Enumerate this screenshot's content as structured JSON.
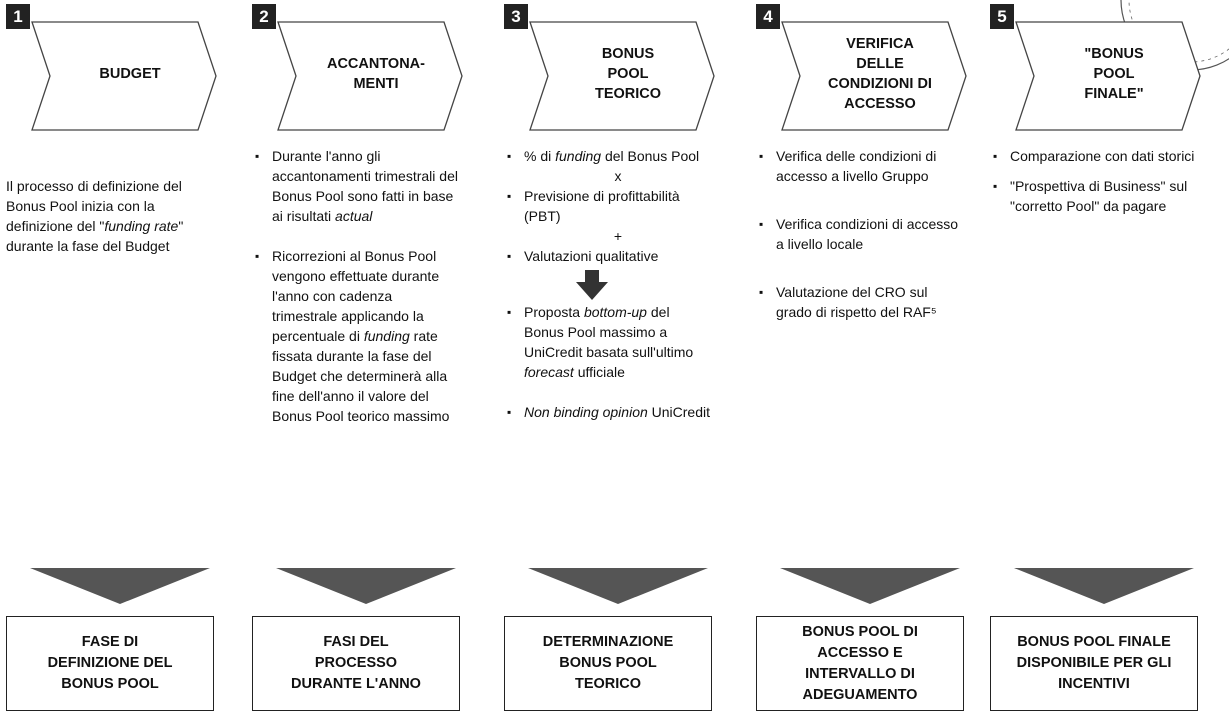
{
  "steps": [
    {
      "number": "1",
      "title": "BUDGET",
      "intro": {
        "a": "Il processo di definizione del Bonus Pool inizia con la definizione del \"",
        "italic": "funding rate",
        "b": "\" durante la fase del Budget"
      },
      "box": "FASE DI\nDEFINIZIONE DEL\nBONUS POOL"
    },
    {
      "number": "2",
      "title": "ACCANTONA-\nMENTI",
      "bullets": [
        {
          "a": "Durante l'anno gli accantonamenti trimestrali del Bonus Pool sono fatti in base ai risultati ",
          "i": "actual",
          "b": ""
        },
        {
          "a": "Ricorrezioni al Bonus Pool vengono effettuate durante l'anno con cadenza trimestrale applicando la percentuale di ",
          "i": "funding",
          "b": " rate fissata durante la fase del Budget che determinerà alla fine dell'anno il valore del Bonus Pool teorico massimo"
        }
      ],
      "box": "FASI DEL\nPROCESSO\nDURANTE L'ANNO"
    },
    {
      "number": "3",
      "title": "BONUS\nPOOL\nTEORICO",
      "b1": {
        "a": "% di ",
        "i": "funding",
        "b": " del Bonus Pool"
      },
      "op_x": "x",
      "b2": "Previsione di profittabilità (PBT)",
      "op_plus": "+",
      "b3": "Valutazioni qualitative",
      "b4": {
        "a": "Proposta ",
        "i": "bottom-up",
        "b": " del Bonus Pool massimo a UniCredit basata sull'ultimo ",
        "i2": "forecast",
        "c": " ufficiale"
      },
      "b5": {
        "i": "Non binding opinion",
        "b": " UniCredit"
      },
      "box": "DETERMINAZIONE\nBONUS POOL\nTEORICO"
    },
    {
      "number": "4",
      "title": "VERIFICA\nDELLE\nCONDIZIONI DI\nACCESSO",
      "bullets": [
        "Verifica delle condizioni di accesso a livello Gruppo",
        "Verifica condizioni di accesso a livello locale",
        "Valutazione del CRO sul grado di rispetto del RAF⁵"
      ],
      "box": "BONUS POOL DI\nACCESSO E\nINTERVALLO DI\nADEGUAMENTO"
    },
    {
      "number": "5",
      "title": "\"BONUS\nPOOL\nFINALE\"",
      "bullets": [
        "Comparazione con dati storici",
        "\"Prospettiva di Business\" sul \"corretto Pool\" da pagare"
      ],
      "box": "BONUS POOL FINALE\nDISPONIBILE PER GLI\nINCENTIVI"
    }
  ],
  "colors": {
    "chevron_stroke": "#444444",
    "number_bg": "#222222",
    "down_arrow": "#555555"
  }
}
